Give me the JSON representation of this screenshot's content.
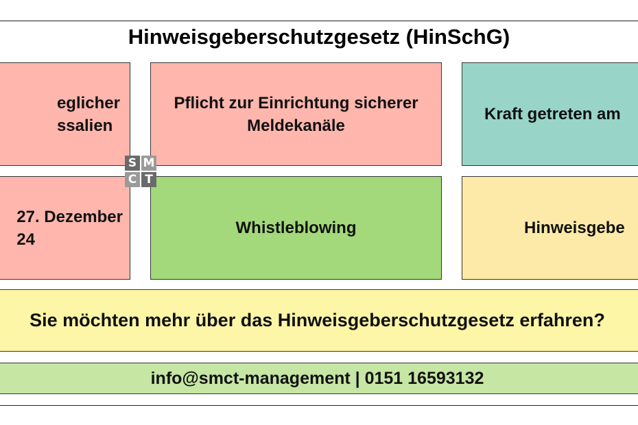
{
  "title": "Hinweisgeberschutzgesetz (HinSchG)",
  "tiles": [
    {
      "lines": [
        "eglicher",
        "ssalien"
      ]
    },
    {
      "lines": [
        "Pflicht zur Einrichtung sicherer",
        "Meldekanäle"
      ]
    },
    {
      "lines": [
        "Kraft getreten am"
      ]
    },
    {
      "lines": [
        "27. Dezember",
        "24"
      ]
    },
    {
      "lines": [
        "Whistleblowing"
      ]
    },
    {
      "lines": [
        "Hinweisgebe"
      ]
    }
  ],
  "logo": {
    "letters": [
      "S",
      "M",
      "C",
      "T"
    ]
  },
  "banner_question": "Sie möchten mehr über das Hinweisgeberschutzgesetz erfahren?",
  "contact": "info@smct-management | 0151 16593132",
  "colors": {
    "pink": "#ffb6ad",
    "teal": "#98d5c8",
    "green": "#a3d97a",
    "cream": "#fdeaa8",
    "yellow": "#fdf6a6",
    "light_green": "#c6e6a4"
  }
}
